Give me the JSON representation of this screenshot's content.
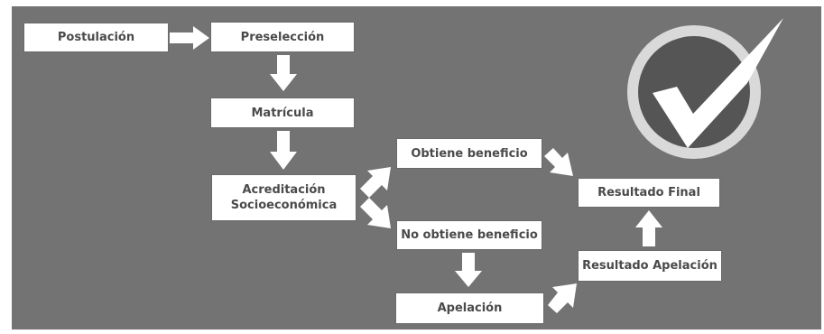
{
  "diagram": {
    "nodes": {
      "postulacion": "Postulación",
      "preseleccion": "Preselección",
      "matricula": "Matrícula",
      "acreditacion_line1": "Acreditación",
      "acreditacion_line2": "Socioeconómica",
      "obtiene": "Obtiene beneficio",
      "no_obtiene": "No obtiene beneficio",
      "apelacion": "Apelación",
      "resultado_apelacion": "Resultado Apelación",
      "resultado_final": "Resultado Final"
    },
    "edges": [
      [
        "postulacion",
        "preseleccion"
      ],
      [
        "preseleccion",
        "matricula"
      ],
      [
        "matricula",
        "acreditacion"
      ],
      [
        "acreditacion",
        "obtiene"
      ],
      [
        "acreditacion",
        "no_obtiene"
      ],
      [
        "obtiene",
        "resultado_final"
      ],
      [
        "no_obtiene",
        "apelacion"
      ],
      [
        "apelacion",
        "resultado_apelacion"
      ],
      [
        "resultado_apelacion",
        "resultado_final"
      ]
    ],
    "icon": "checkmark-badge-icon"
  },
  "colors": {
    "background": "#737373",
    "box_fill": "#ffffff",
    "box_text": "#4a4a4a",
    "arrow": "#ffffff",
    "badge_ring": "#d9d9d9",
    "badge_fill": "#555555",
    "check": "#ffffff"
  }
}
